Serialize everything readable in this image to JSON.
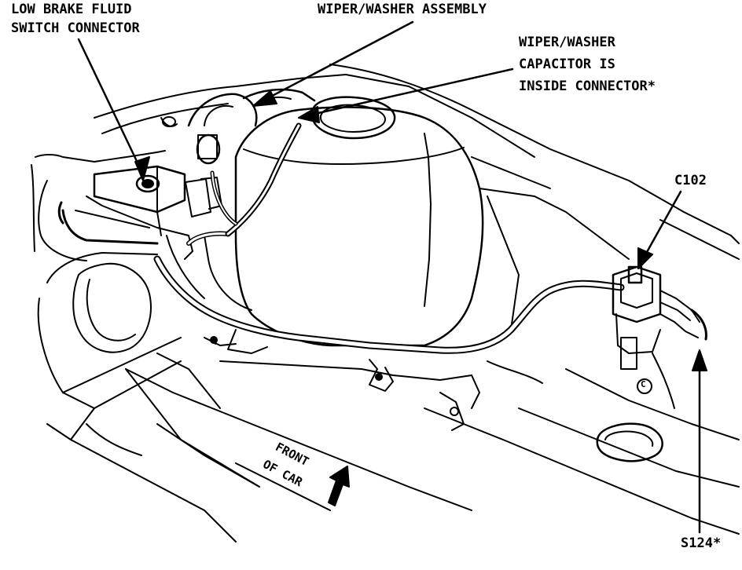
{
  "labels": {
    "low_brake_fluid_line1": "LOW BRAKE FLUID",
    "low_brake_fluid_line2": "SWITCH CONNECTOR",
    "wiper_washer_assembly": "WIPER/WASHER ASSEMBLY",
    "wiper_capacitor_line1": "WIPER/WASHER",
    "wiper_capacitor_line2": "CAPACITOR IS",
    "wiper_capacitor_line3": "INSIDE CONNECTOR*",
    "c102": "C102",
    "s124": "S124*",
    "front_line1": "FRONT",
    "front_line2": "OF CAR",
    "copyright_symbol": "C"
  }
}
